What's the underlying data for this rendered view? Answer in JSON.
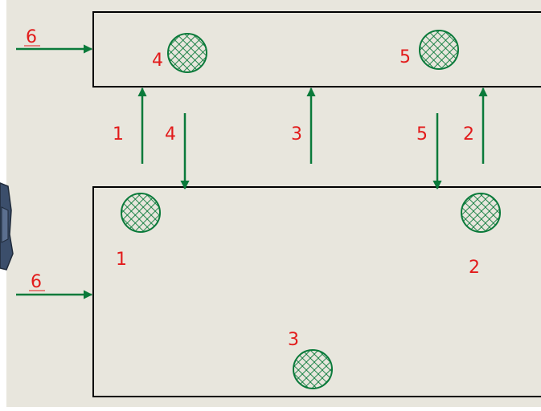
{
  "colors": {
    "background": "#e8e6dd",
    "outline": "#000000",
    "arrow": "#0a7a3a",
    "label": "#e21b1b",
    "marker_stroke": "#0a7a3a",
    "clip_fill": "#3b4e6b",
    "clip_stroke": "#1f2a3a"
  },
  "icons": {
    "marker": "crosshatched-circle-icon",
    "arrow": "arrow-icon",
    "clip": "partial-object-icon"
  },
  "top_block": {
    "inlet_label": "6",
    "markers": [
      {
        "id": "marker-4",
        "label": "4"
      },
      {
        "id": "marker-5",
        "label": "5"
      }
    ]
  },
  "bottom_block": {
    "inlet_label": "6",
    "markers": [
      {
        "id": "marker-1",
        "label": "1"
      },
      {
        "id": "marker-2",
        "label": "2"
      },
      {
        "id": "marker-3",
        "label": "3"
      }
    ]
  },
  "connectors": [
    {
      "label": "1",
      "direction": "up"
    },
    {
      "label": "4",
      "direction": "down"
    },
    {
      "label": "3",
      "direction": "up"
    },
    {
      "label": "5",
      "direction": "down"
    },
    {
      "label": "2",
      "direction": "up"
    }
  ]
}
